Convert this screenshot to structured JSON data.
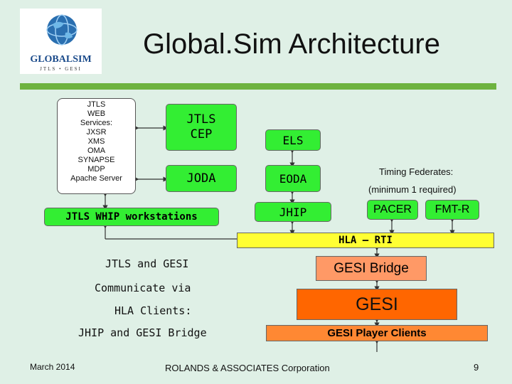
{
  "header": {
    "title": "Global.Sim Architecture",
    "logo_text": "GLOBALSIM",
    "logo_subtext": "JTLS • GESI"
  },
  "diagram": {
    "web_services_lines": [
      "JTLS",
      "WEB",
      "Services:",
      "JXSR",
      "XMS",
      "OMA",
      "SYNAPSE",
      "MDP",
      "Apache Server"
    ],
    "jtls_cep": "JTLS\nCEP",
    "joda": "JODA",
    "els": "ELS",
    "eoda": "EODA",
    "jhip": "JHIP",
    "whip": "JTLS WHIP workstations",
    "timing_title": "Timing Federates:",
    "timing_note": "(minimum 1 required)",
    "pacer": "PACER",
    "fmt_r": "FMT-R",
    "hla_rti": "HLA – RTI",
    "gesi_bridge": "GESI Bridge",
    "gesi": "GESI",
    "gesi_player_clients": "GESI Player Clients",
    "note_lines": [
      "JTLS and GESI",
      "Communicate via",
      "HLA Clients:",
      "JHIP and GESI Bridge"
    ]
  },
  "footer": {
    "date": "March 2014",
    "company": "ROLANDS & ASSOCIATES Corporation",
    "page": "9"
  },
  "colors": {
    "background": "#dff0e6",
    "accent_bar": "#6db33f",
    "component_green": "#33ee33",
    "hla_yellow": "#ffff33",
    "gesi_orange": "#ff6600",
    "gesi_bridge_salmon": "#ff9966",
    "player_clients_orange": "#ff8833"
  }
}
